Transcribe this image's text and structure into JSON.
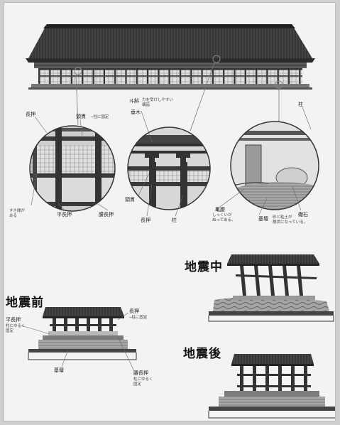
{
  "colors": {
    "roof": "#3f3f3f",
    "roof_dark": "#2a2a2a",
    "wood": "#3a3a3a",
    "panel": "#e8e8e8",
    "stone": "#bdbdbd",
    "earth": "#9a9a9a",
    "earth_dark": "#5a5a5a",
    "ground": "#4c4c4c"
  },
  "detail": {
    "left": {
      "nageshi_top": "長押",
      "kashiranuki": "頭貫",
      "kashiranuki_note": "柱に固定",
      "sukima": "すき間が\nある",
      "hiranageshi": "平長押",
      "koshinageshi": "腰長押"
    },
    "middle": {
      "masugumi": "斗斛",
      "masugumi_note": "力を受けしやすい\n構造",
      "taruki": "垂木",
      "kashiranuki": "頭貫",
      "nageshi": "長押",
      "hashira": "柱"
    },
    "right": {
      "hashira": "柱",
      "kameba": "亀腹",
      "kameba_note": "しっくいが\nぬってある。",
      "soseki": "礎石",
      "kidan": "基壇",
      "kidan_note": "砂と粘土が\n層状になっている。"
    }
  },
  "quake": {
    "before": {
      "title": "地震前",
      "nageshi": "長押",
      "nageshi_note": "柱に固定",
      "hiranageshi": "平長押",
      "hiranageshi_note": "柱にゆるく\n固定",
      "kidan": "基壇",
      "koshinageshi": "腰長押",
      "koshinageshi_note": "柱にゆるく\n固定"
    },
    "during": {
      "title": "地震中"
    },
    "after": {
      "title": "地震後"
    }
  }
}
